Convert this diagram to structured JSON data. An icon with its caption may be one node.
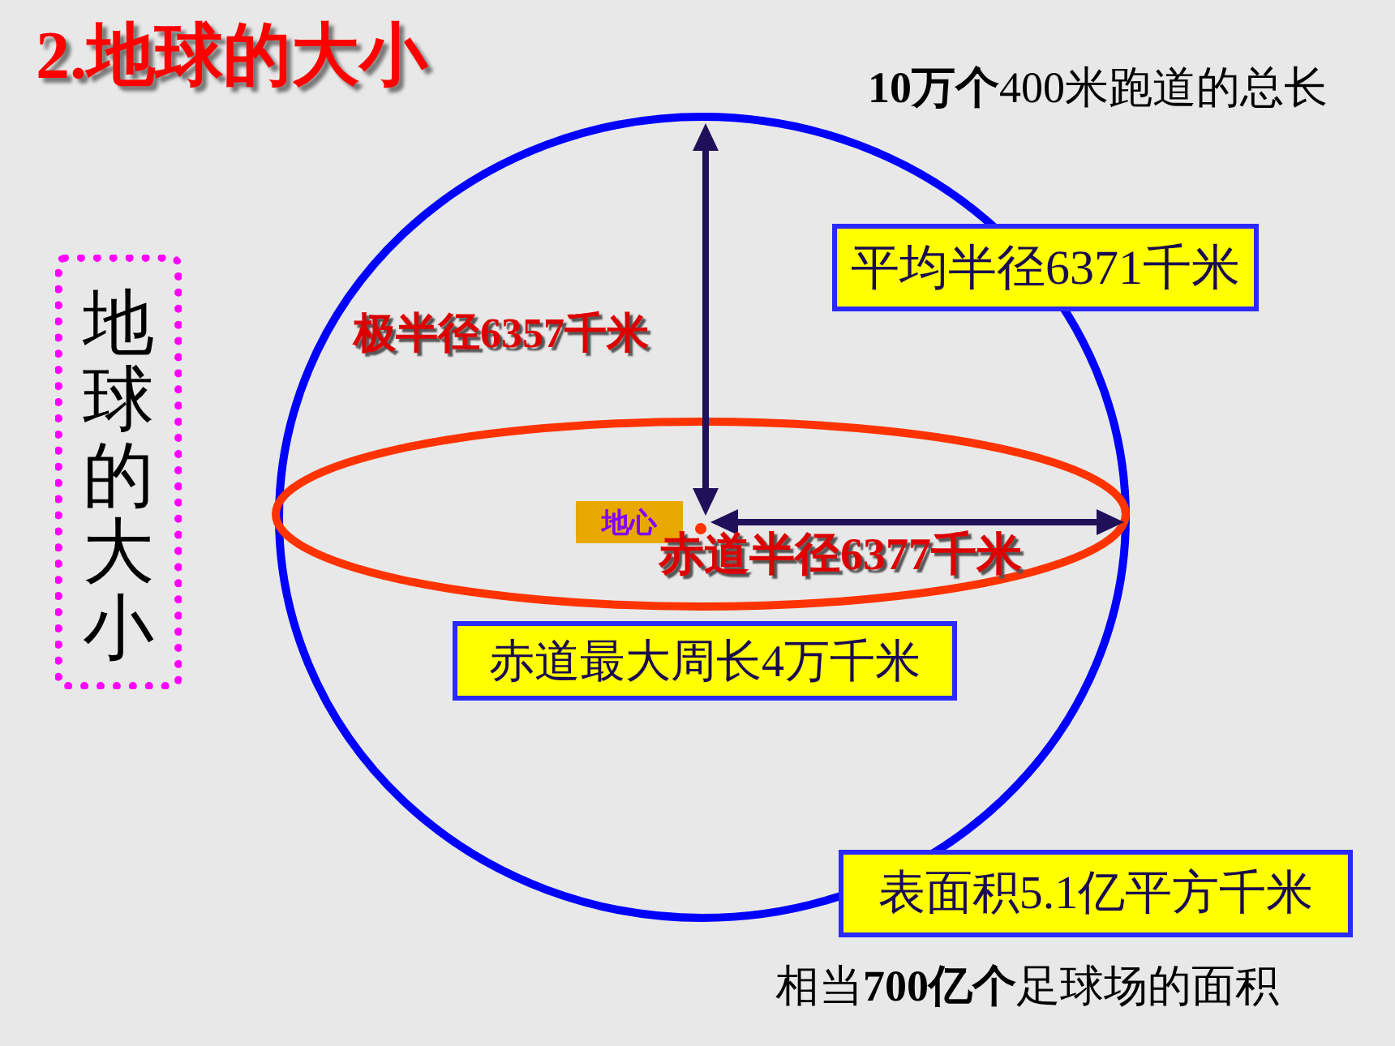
{
  "diagram": {
    "title": "2.地球的大小",
    "nodes": [
      {
        "text": [
          "平均半径6371千米"
        ]
      },
      {
        "text": [
          "地球的大小"
        ]
      },
      {
        "text": [
          "地心"
        ]
      },
      {
        "text": [
          "赤道最大周长4万千米"
        ]
      },
      {
        "text": [
          "表面积5.1亿平方千米"
        ],
        "beside": [
          "相当**700亿个**足球场的面积"
        ]
      }
    ],
    "labels": [
      "**10万个**400米跑道的总长",
      "极半径6357千米",
      "赤道半径6377千米"
    ]
  }
}
